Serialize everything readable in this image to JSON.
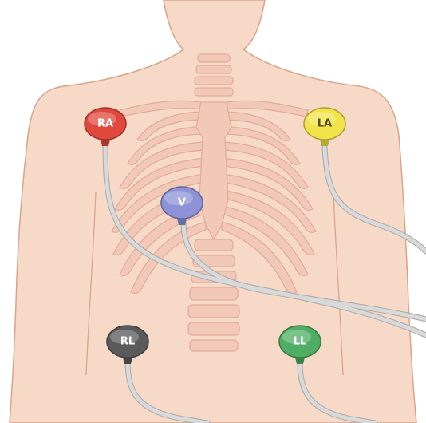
{
  "electrodes": [
    {
      "id": "ra",
      "label": "RA",
      "color": "#e0483b",
      "text_color": "#ffffff"
    },
    {
      "id": "la",
      "label": "LA",
      "color": "#f2e34a",
      "text_color": "#5a4a1a"
    },
    {
      "id": "v",
      "label": "V",
      "color": "#8d93d6",
      "text_color": "#ffffff"
    },
    {
      "id": "rl",
      "label": "RL",
      "color": "#5a5a5a",
      "text_color": "#ffffff"
    },
    {
      "id": "ll",
      "label": "LL",
      "color": "#4fae64",
      "text_color": "#ffffff"
    }
  ],
  "colors": {
    "skin": "#f7d9c8",
    "skin_outline": "#d9a48a",
    "bone": "#f2c9b8",
    "bone_outline": "#e2aa97",
    "cable": "#c9c9c9",
    "cable_outline": "#a8a8a8"
  }
}
